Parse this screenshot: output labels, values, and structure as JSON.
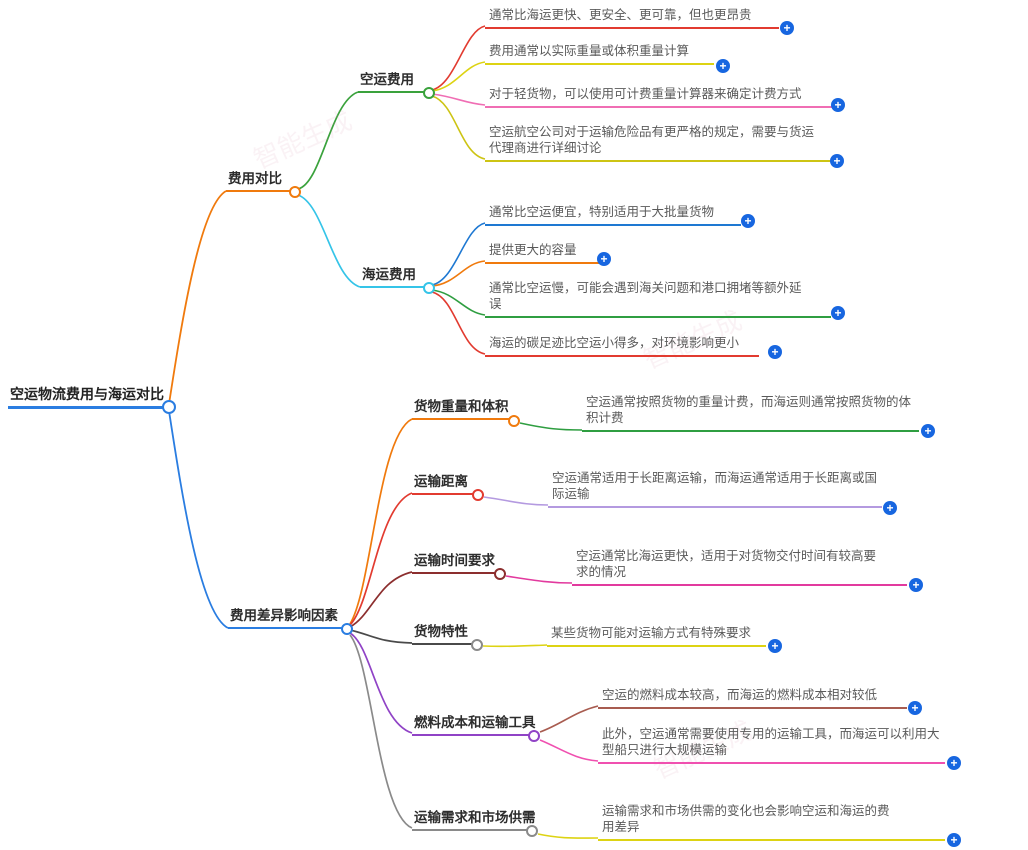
{
  "ui": {
    "plus": "+",
    "watermark": "智能生成"
  },
  "root": {
    "label": "空运物流费用与海运对比"
  },
  "branches": [
    {
      "label": "费用对比",
      "children": [
        {
          "label": "空运费用",
          "leaves": [
            {
              "text": "通常比海运更快、更安全、更可靠，但也更昂贵"
            },
            {
              "text": "费用通常以实际重量或体积重量计算"
            },
            {
              "text": "对于轻货物，可以使用可计费重量计算器来确定计费方式"
            },
            {
              "text": "空运航空公司对于运输危险品有更严格的规定，需要与货运代理商进行详细讨论"
            }
          ]
        },
        {
          "label": "海运费用",
          "leaves": [
            {
              "text": "通常比空运便宜，特别适用于大批量货物"
            },
            {
              "text": "提供更大的容量"
            },
            {
              "text": "通常比空运慢，可能会遇到海关问题和港口拥堵等额外延误"
            },
            {
              "text": "海运的碳足迹比空运小得多，对环境影响更小"
            }
          ]
        }
      ]
    },
    {
      "label": "费用差异影响因素",
      "children": [
        {
          "label": "货物重量和体积",
          "leaves": [
            {
              "text": "空运通常按照货物的重量计费，而海运则通常按照货物的体积计费"
            }
          ]
        },
        {
          "label": "运输距离",
          "leaves": [
            {
              "text": "空运通常适用于长距离运输，而海运通常适用于长距离或国际运输"
            }
          ]
        },
        {
          "label": "运输时间要求",
          "leaves": [
            {
              "text": "空运通常比海运更快，适用于对货物交付时间有较高要求的情况"
            }
          ]
        },
        {
          "label": "货物特性",
          "leaves": [
            {
              "text": "某些货物可能对运输方式有特殊要求"
            }
          ]
        },
        {
          "label": "燃料成本和运输工具",
          "leaves": [
            {
              "text": "空运的燃料成本较高，而海运的燃料成本相对较低"
            },
            {
              "text": "此外，空运通常需要使用专用的运输工具，而海运可以利用大型船只进行大规模运输"
            }
          ]
        },
        {
          "label": "运输需求和市场供需",
          "leaves": [
            {
              "text": "运输需求和市场供需的变化也会影响空运和海运的费用差异"
            }
          ]
        }
      ]
    }
  ],
  "colors": {
    "blue": "#2a7de1",
    "leaf_blue": "#1e78d2",
    "orange": "#f07a0d",
    "green": "#3aa23c",
    "leaf_green": "#2f9e41",
    "cyan": "#35c4e8",
    "red": "#e23b30",
    "yellow": "#ddd313",
    "olive": "#cdc414",
    "pink": "#f06eb4",
    "magenta": "#e23a9e",
    "hotpink": "#f050b0",
    "maroon": "#8c2e2e",
    "brick": "#a85c50",
    "purple": "#9043c6",
    "lightpurple": "#b49ae0",
    "gray": "#8a8a8a",
    "darkgray": "#4a4a4a",
    "plus_bg": "#1766e0"
  }
}
